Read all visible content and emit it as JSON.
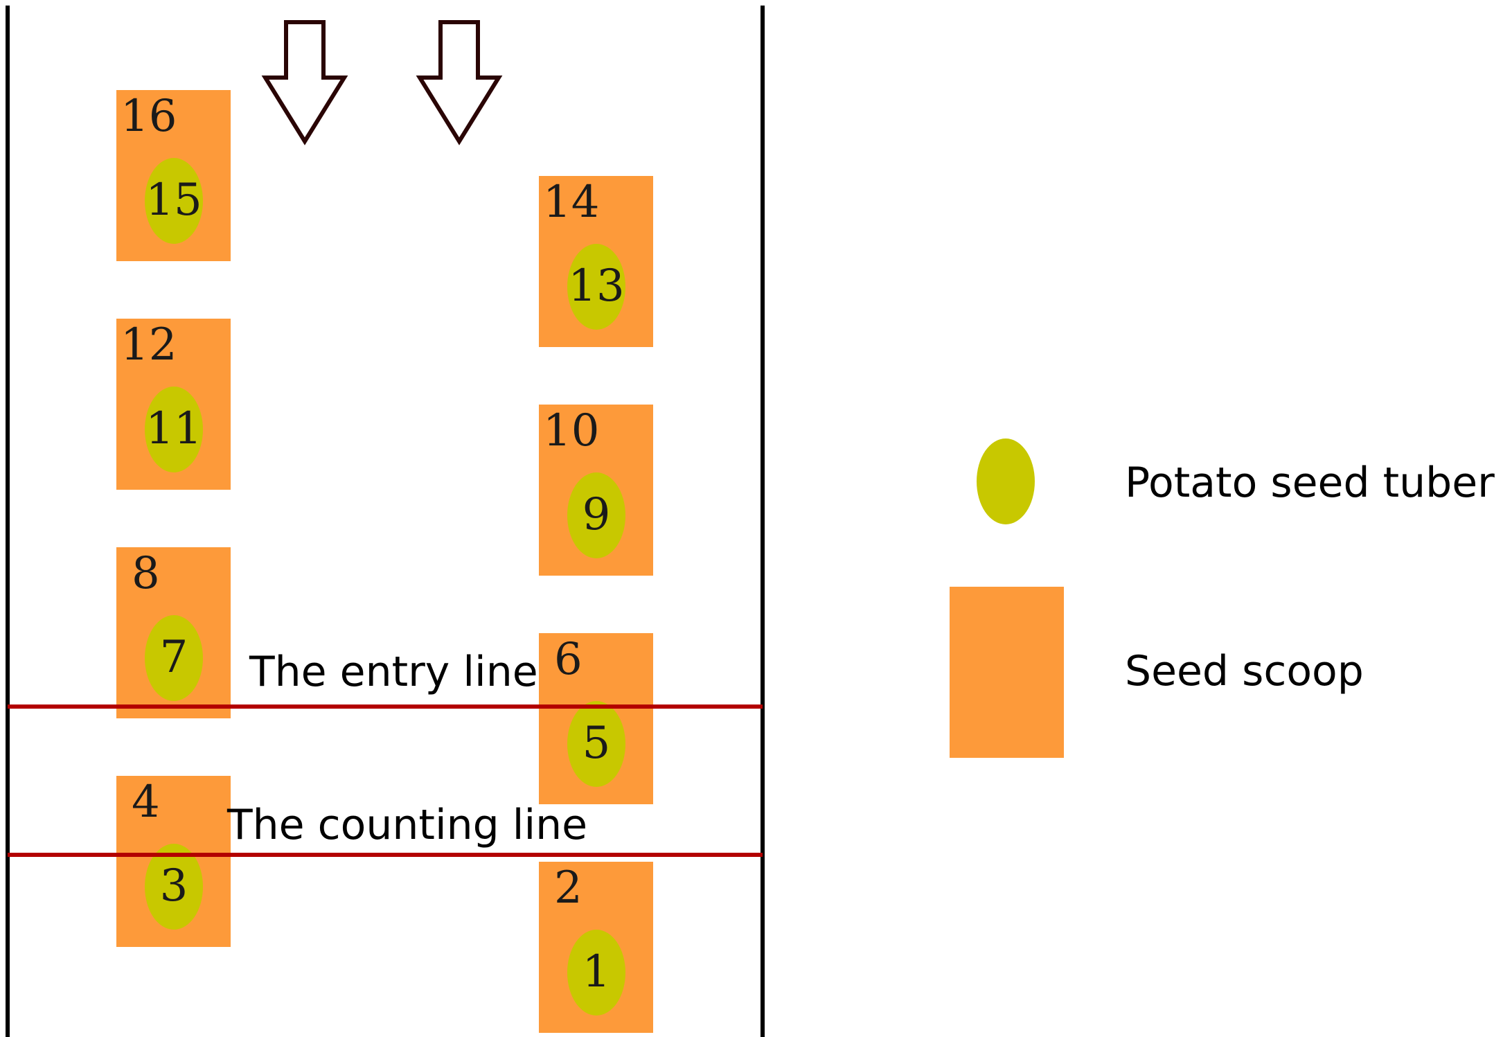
{
  "colors": {
    "scoop": "#fd9a3a",
    "tuber": "#c8c800",
    "rail": "#000000",
    "line": "#b30000",
    "arrow": "#2a0505"
  },
  "icons": [
    "down-arrow-icon",
    "down-arrow-icon"
  ],
  "scoops": [
    {
      "scoop_label": "16",
      "tuber_label": "15",
      "column": "left"
    },
    {
      "scoop_label": "14",
      "tuber_label": "13",
      "column": "right"
    },
    {
      "scoop_label": "12",
      "tuber_label": "11",
      "column": "left"
    },
    {
      "scoop_label": "10",
      "tuber_label": "9",
      "column": "right"
    },
    {
      "scoop_label": "8",
      "tuber_label": "7",
      "column": "left"
    },
    {
      "scoop_label": "6",
      "tuber_label": "5",
      "column": "right"
    },
    {
      "scoop_label": "4",
      "tuber_label": "3",
      "column": "left"
    },
    {
      "scoop_label": "2",
      "tuber_label": "1",
      "column": "right"
    }
  ],
  "lines": {
    "entry": "The entry line",
    "counting": "The counting line"
  },
  "legend": {
    "tuber": "Potato seed tuber",
    "scoop": "Seed scoop"
  }
}
